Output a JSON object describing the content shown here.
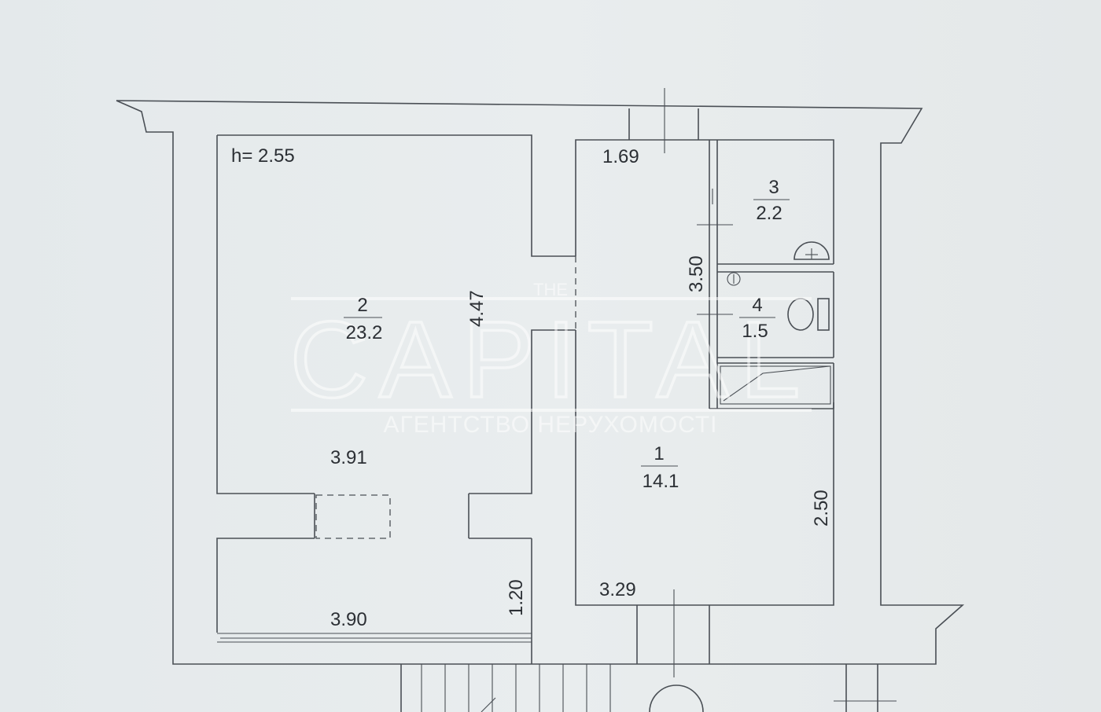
{
  "plan": {
    "ceiling_height": "h= 2.55",
    "dimensions": {
      "d_169": "1.69",
      "d_447": "4.47",
      "d_350": "3.50",
      "d_391": "3.91",
      "d_250": "2.50",
      "d_329": "3.29",
      "d_120": "1.20",
      "d_390": "3.90"
    },
    "rooms": [
      {
        "number": "2",
        "area": "23.2"
      },
      {
        "number": "1",
        "area": "14.1"
      },
      {
        "number": "3",
        "area": "2.2"
      },
      {
        "number": "4",
        "area": "1.5"
      }
    ]
  },
  "watermark": {
    "brand_small": "THE",
    "brand": "CAPITAL",
    "tagline": "АГЕНТСТВО НЕРУХОМОСТІ"
  }
}
